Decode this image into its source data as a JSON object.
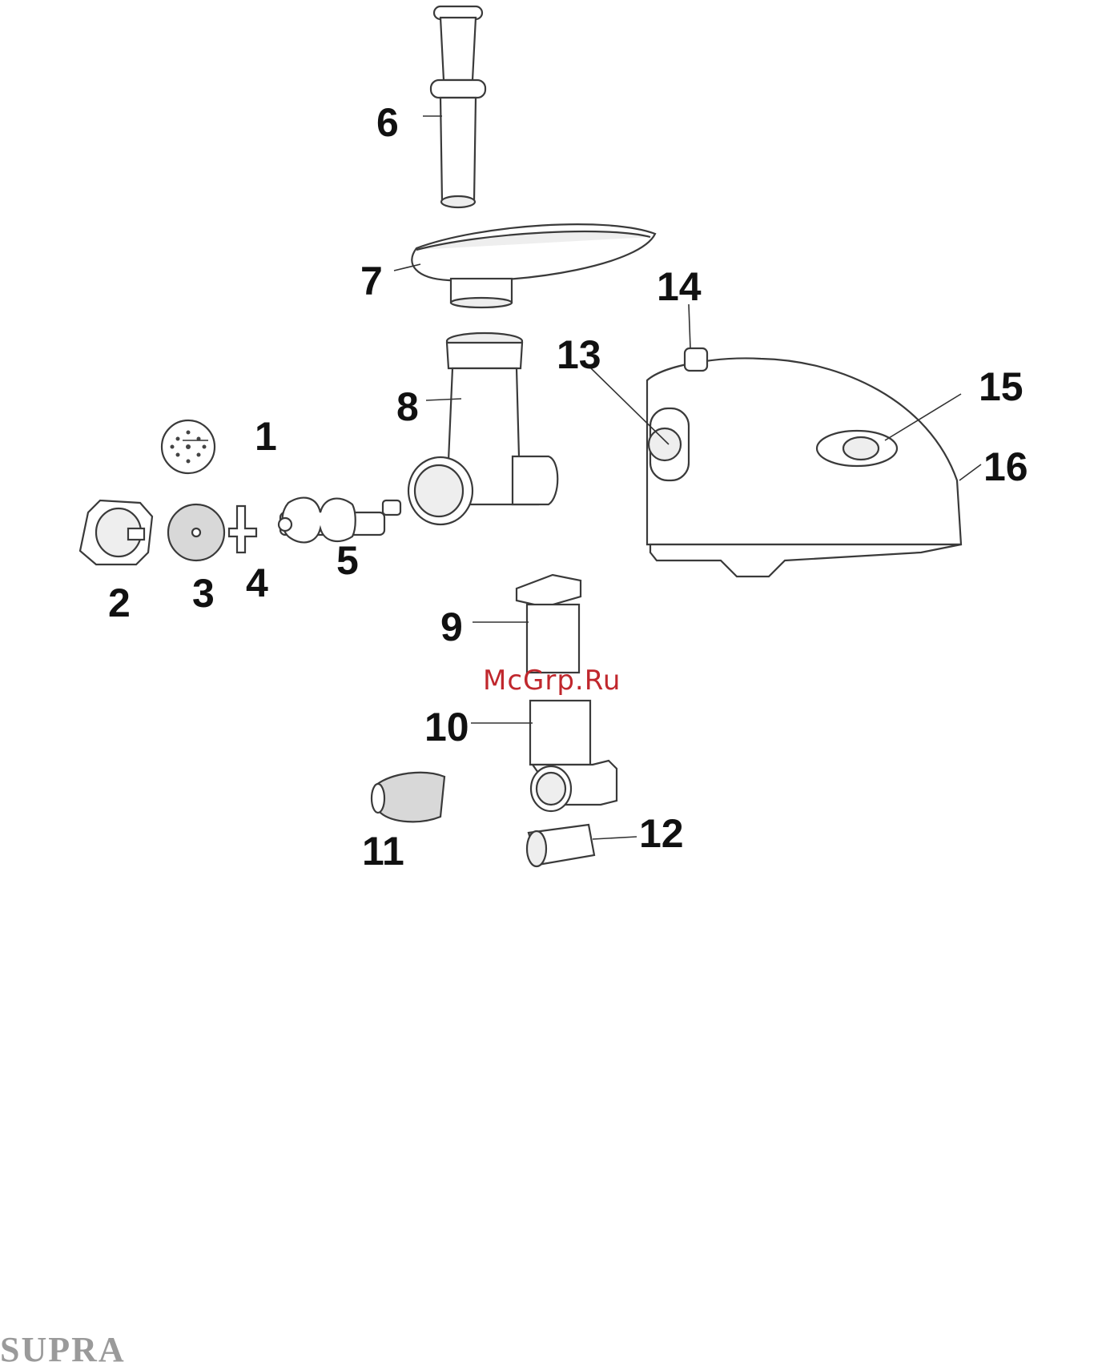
{
  "callouts": [
    "1",
    "2",
    "3",
    "4",
    "5",
    "6",
    "7",
    "8",
    "9",
    "10",
    "11",
    "12",
    "13",
    "14",
    "15",
    "16"
  ],
  "watermark": "McGrp.Ru",
  "brand": "SUPRA"
}
